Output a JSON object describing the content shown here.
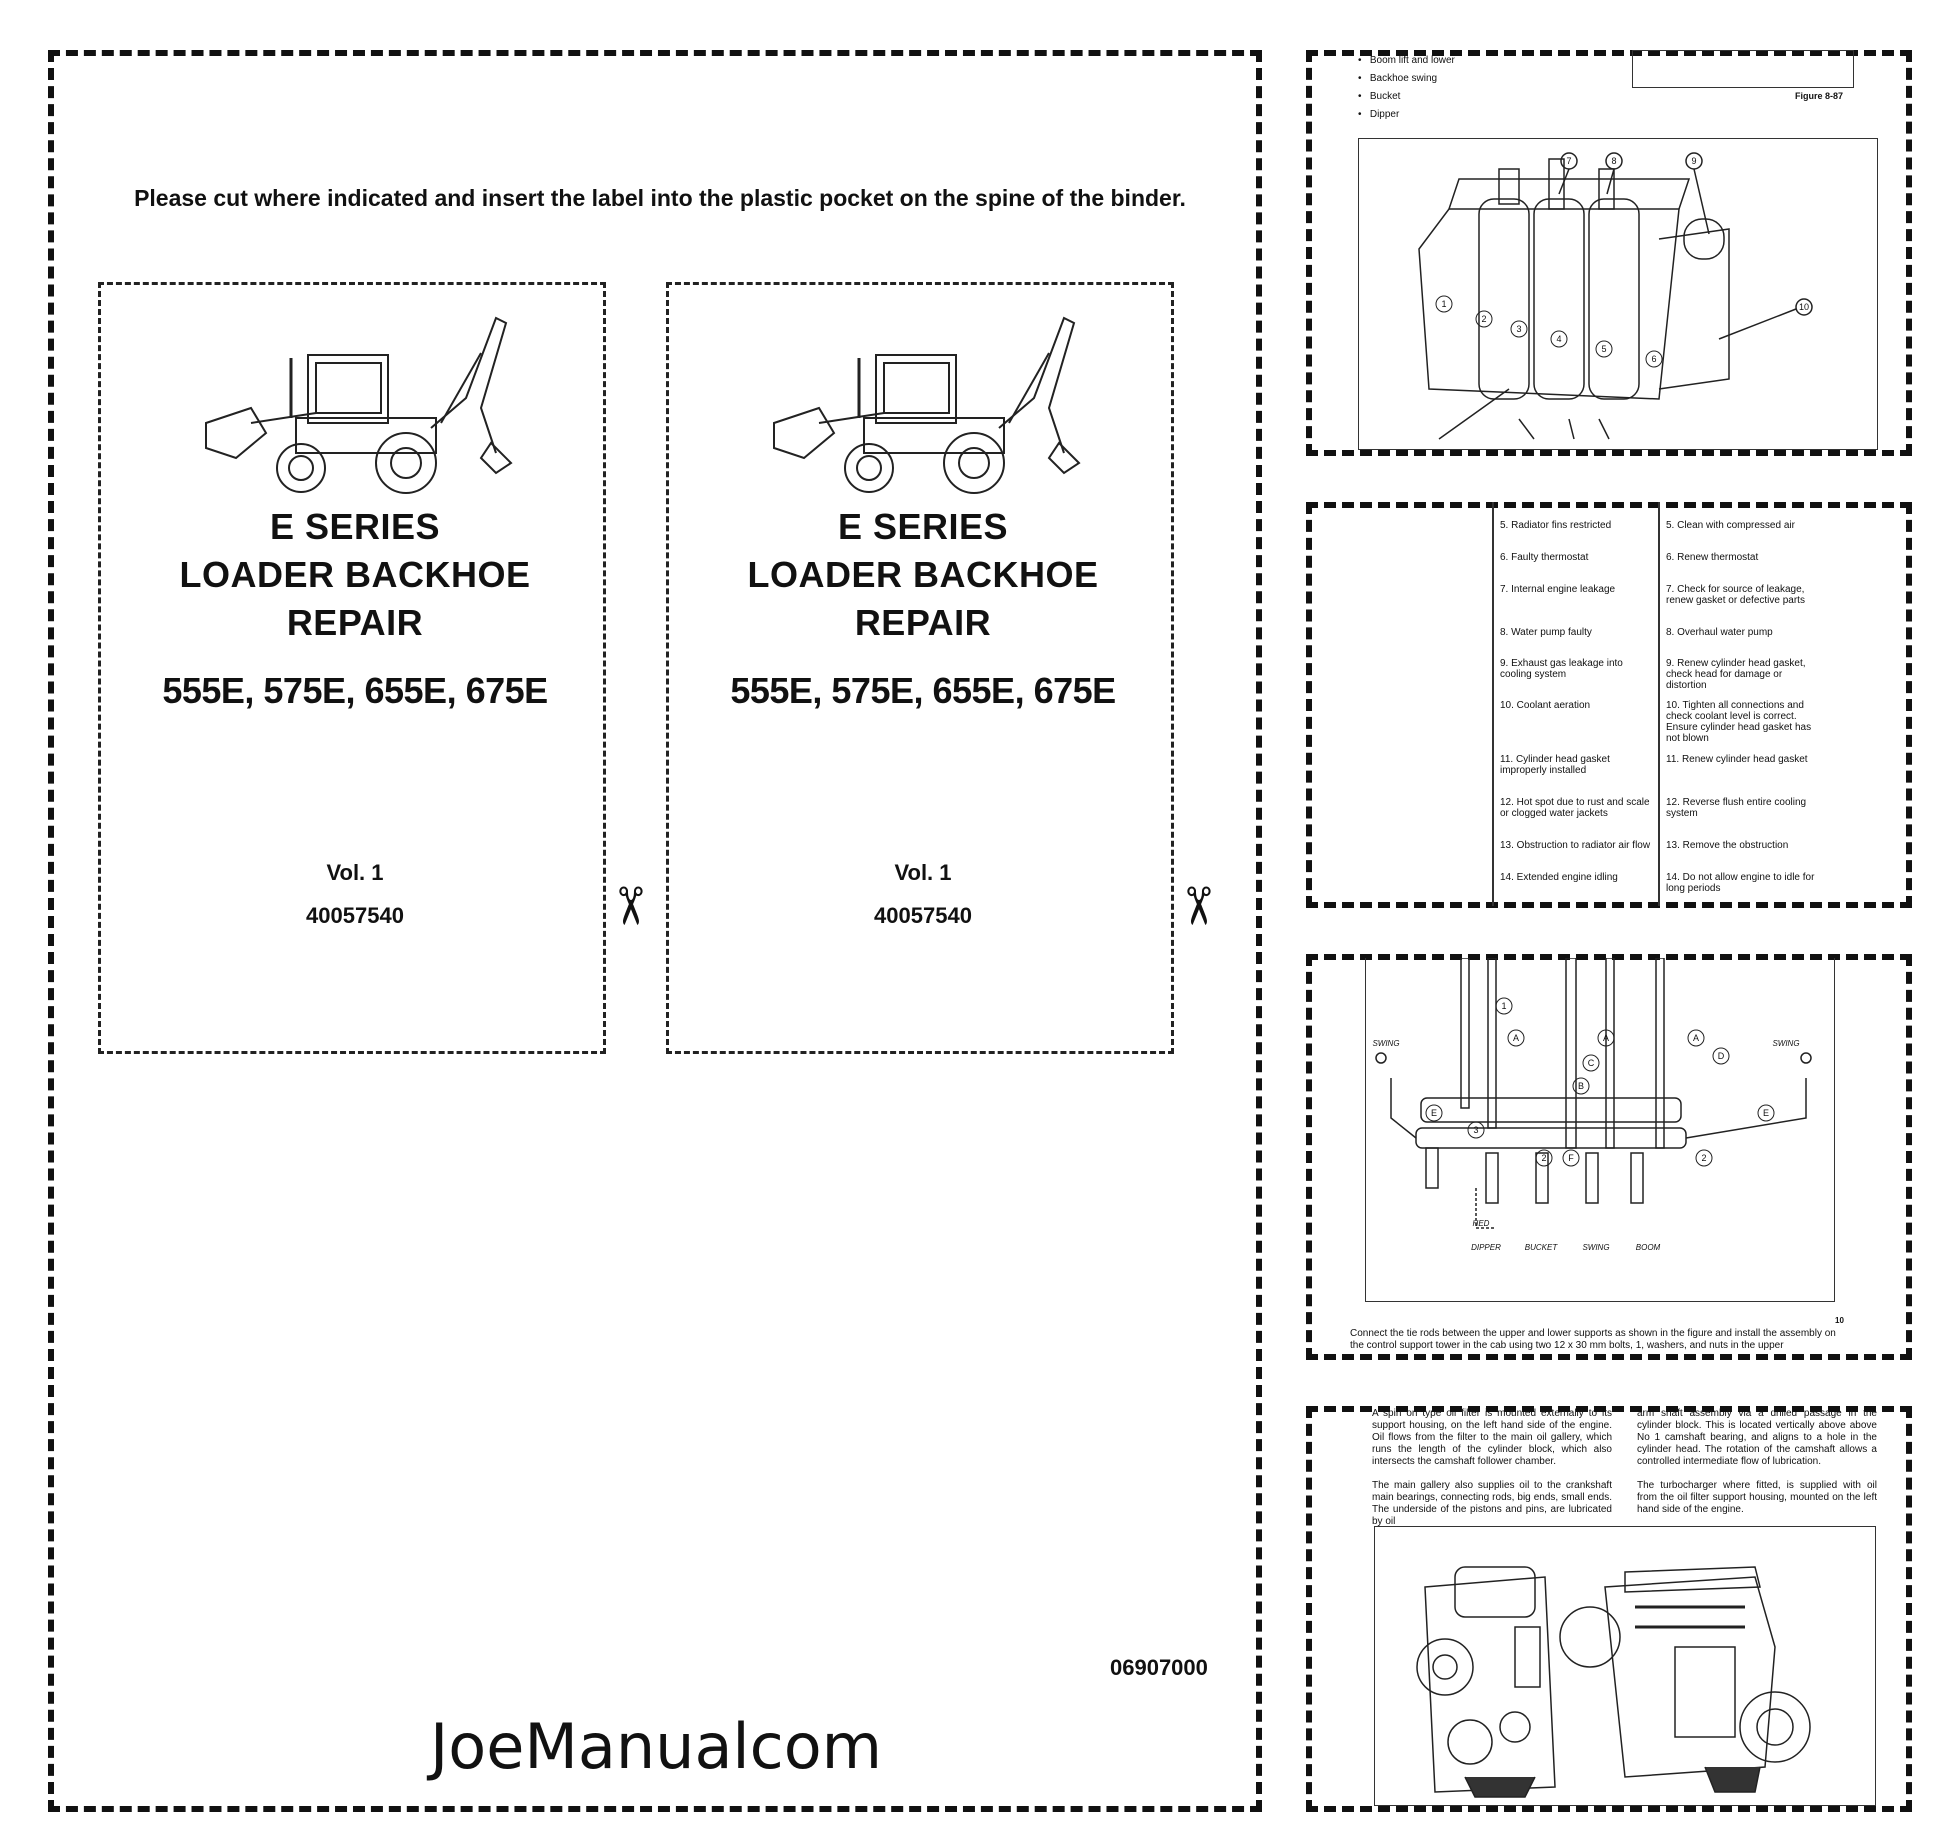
{
  "main": {
    "instruction": "Please cut where indicated and insert the label into the plastic pocket on the spine of the binder.",
    "label": {
      "title_lines": [
        "E SERIES",
        "LOADER BACKHOE",
        "REPAIR"
      ],
      "models": "555E, 575E, 655E, 675E",
      "volume": "Vol. 1",
      "part_number": "40057540"
    },
    "doc_number": "06907000",
    "watermark": "JoeManualcom"
  },
  "thumb1": {
    "bullets": [
      "Boom lift and lower",
      "Backhoe swing",
      "Bucket",
      "Dipper"
    ],
    "figure_label": "Figure 8-87",
    "callouts": [
      "1",
      "2",
      "3",
      "4",
      "5",
      "6",
      "7",
      "8",
      "9",
      "10"
    ]
  },
  "thumb2": {
    "causes": [
      "5. Radiator fins restricted",
      "6. Faulty thermostat",
      "7. Internal engine leakage",
      "8. Water pump faulty",
      "9. Exhaust gas leakage into cooling system",
      "10. Coolant aeration",
      "11. Cylinder head gasket improperly installed",
      "12. Hot spot due to rust and scale or clogged water jackets",
      "13. Obstruction to radiator air flow",
      "14. Extended engine idling"
    ],
    "remedies": [
      "5. Clean with compressed air",
      "6. Renew thermostat",
      "7. Check for source of leakage, renew gasket or defective parts",
      "8. Overhaul water pump",
      "9. Renew cylinder head gasket, check head for damage or distortion",
      "10. Tighten all connections and check coolant level is correct. Ensure cylinder head gasket has not blown",
      "11. Renew cylinder head gasket",
      "12. Reverse flush entire cooling system",
      "13. Remove the obstruction",
      "14. Do not allow engine to idle for long periods"
    ]
  },
  "thumb3": {
    "labels": {
      "swing_left": "SWING",
      "swing_right": "SWING",
      "dipper": "DIPPER",
      "bucket": "BUCKET",
      "swing": "SWING",
      "boom": "BOOM",
      "hed": "HED"
    },
    "page_number": "10",
    "caption": "Connect the tie rods between the upper and lower supports as shown in the figure and install the assembly on the control support tower in the cab using two 12 x 30 mm bolts, 1, washers, and nuts in the upper"
  },
  "thumb4": {
    "col1": "A spin on type oil filter is mounted externally to its support housing, on the left hand side of the engine. Oil flows from the filter to the main oil gallery, which runs the length of the cylinder block, which also intersects the camshaft follower chamber.",
    "col1b": "The main gallery also supplies oil to the crankshaft main bearings, connecting rods, big ends, small ends. The underside of the pistons and pins, are lubricated by oil",
    "col2": "arm shaft assembly via a drilled passage in the cylinder block. This is located vertically above above No 1 camshaft bearing, and aligns to a hole in the cylinder head. The rotation of the camshaft allows a controlled intermediate flow of lubrication.",
    "col2b": "The turbocharger where fitted, is supplied with oil from the oil filter support housing, mounted on the left hand side of the engine."
  }
}
